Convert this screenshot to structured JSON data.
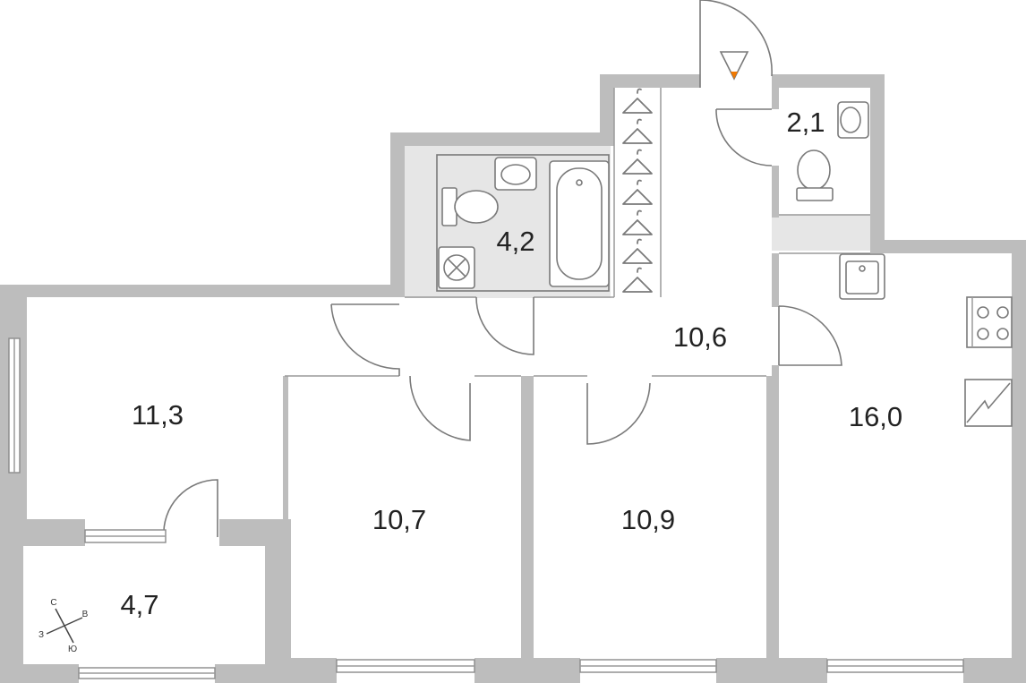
{
  "plan": {
    "rooms": [
      {
        "id": "room-left",
        "area": "11,3"
      },
      {
        "id": "balcony",
        "area": "4,7"
      },
      {
        "id": "room-mid-left",
        "area": "10,7"
      },
      {
        "id": "room-mid-right",
        "area": "10,9"
      },
      {
        "id": "kitchen",
        "area": "16,0"
      },
      {
        "id": "corridor",
        "area": "10,6"
      },
      {
        "id": "bathroom",
        "area": "4,2"
      },
      {
        "id": "toilet",
        "area": "2,1"
      }
    ],
    "compass": {
      "north": "С",
      "east": "В",
      "south": "Ю",
      "west": "З"
    },
    "colors": {
      "wall": "#bdbdbd",
      "fixture_stroke": "#7a7a7a",
      "entrance_marker": "#f07800",
      "text": "#222222"
    }
  }
}
